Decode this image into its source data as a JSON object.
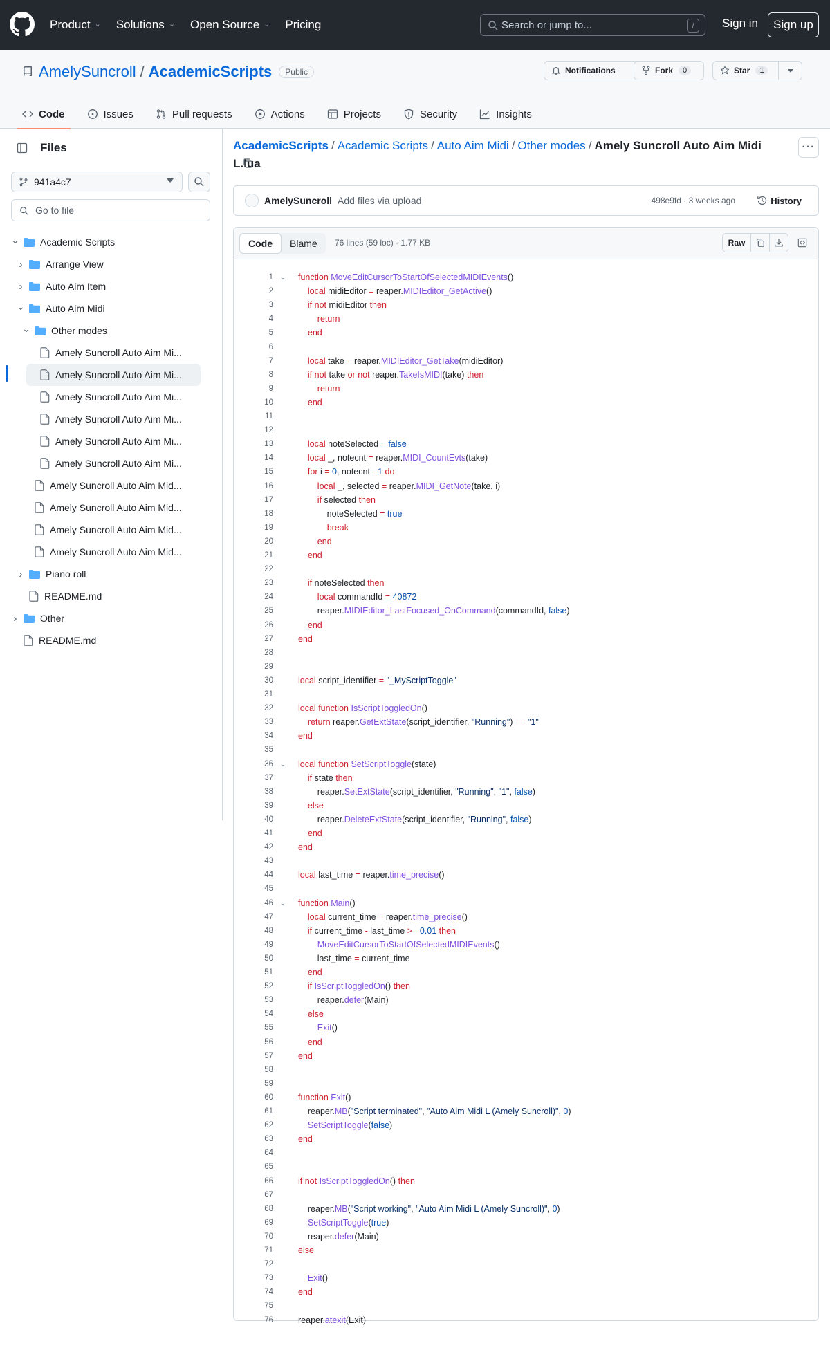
{
  "header": {
    "nav": [
      "Product",
      "Solutions",
      "Open Source",
      "Pricing"
    ],
    "search_placeholder": "Search or jump to...",
    "search_shortcut": "/",
    "sign_in": "Sign in",
    "sign_up": "Sign up"
  },
  "repo": {
    "owner": "AmelySuncroll",
    "separator": "/",
    "name": "AcademicScripts",
    "visibility": "Public",
    "notifications_label": "Notifications",
    "fork_label": "Fork",
    "fork_count": "0",
    "star_label": "Star",
    "star_count": "1",
    "tabs": [
      "Code",
      "Issues",
      "Pull requests",
      "Actions",
      "Projects",
      "Security",
      "Insights"
    ],
    "active_tab": "Code"
  },
  "sidebar": {
    "title": "Files",
    "branch": "941a4c7",
    "go_to_file": "Go to file",
    "tree": [
      {
        "label": "Academic Scripts",
        "type": "folder",
        "expanded": true
      },
      {
        "label": "Arrange View",
        "type": "folder",
        "expanded": false
      },
      {
        "label": "Auto Aim Item",
        "type": "folder",
        "expanded": false
      },
      {
        "label": "Auto Aim Midi",
        "type": "folder",
        "expanded": true
      },
      {
        "label": "Other modes",
        "type": "folder",
        "expanded": true
      },
      {
        "label": "Amely Suncroll Auto Aim Mi...",
        "type": "file"
      },
      {
        "label": "Amely Suncroll Auto Aim Mi...",
        "type": "file",
        "selected": true
      },
      {
        "label": "Amely Suncroll Auto Aim Mi...",
        "type": "file"
      },
      {
        "label": "Amely Suncroll Auto Aim Mi...",
        "type": "file"
      },
      {
        "label": "Amely Suncroll Auto Aim Mi...",
        "type": "file"
      },
      {
        "label": "Amely Suncroll Auto Aim Mi...",
        "type": "file"
      },
      {
        "label": "Amely Suncroll Auto Aim Mid...",
        "type": "file"
      },
      {
        "label": "Amely Suncroll Auto Aim Mid...",
        "type": "file"
      },
      {
        "label": "Amely Suncroll Auto Aim Mid...",
        "type": "file"
      },
      {
        "label": "Amely Suncroll Auto Aim Mid...",
        "type": "file"
      },
      {
        "label": "Piano roll",
        "type": "folder",
        "expanded": false
      },
      {
        "label": "README.md",
        "type": "file"
      },
      {
        "label": "Other",
        "type": "folder",
        "expanded": false
      },
      {
        "label": "README.md",
        "type": "file"
      }
    ]
  },
  "breadcrumb": [
    "AcademicScripts",
    "Academic Scripts",
    "Auto Aim Midi",
    "Other modes",
    "Amely Suncroll Auto Aim Midi L.lua"
  ],
  "commit": {
    "author": "AmelySuncroll",
    "message": "Add files via upload",
    "sha": "498e9fd",
    "dot": "·",
    "time": "3 weeks ago",
    "history_label": "History"
  },
  "file": {
    "tab_code": "Code",
    "tab_blame": "Blame",
    "lines_info": "76 lines (59 loc)",
    "dot": "·",
    "size": "1.77 KB",
    "raw_label": "Raw"
  },
  "code_lines": [
    "function MoveEditCursorToStartOfSelectedMIDIEvents()",
    "    local midiEditor = reaper.MIDIEditor_GetActive()",
    "    if not midiEditor then",
    "        return",
    "    end",
    "",
    "    local take = reaper.MIDIEditor_GetTake(midiEditor)",
    "    if not take or not reaper.TakeIsMIDI(take) then",
    "        return",
    "    end",
    "",
    "",
    "    local noteSelected = false",
    "    local _, notecnt = reaper.MIDI_CountEvts(take)",
    "    for i = 0, notecnt - 1 do",
    "        local _, selected = reaper.MIDI_GetNote(take, i)",
    "        if selected then",
    "            noteSelected = true",
    "            break",
    "        end",
    "    end",
    "",
    "    if noteSelected then",
    "        local commandId = 40872",
    "        reaper.MIDIEditor_LastFocused_OnCommand(commandId, false)",
    "    end",
    "end",
    "",
    "",
    "local script_identifier = \"_MyScriptToggle\"",
    "",
    "local function IsScriptToggledOn()",
    "    return reaper.GetExtState(script_identifier, \"Running\") == \"1\"",
    "end",
    "",
    "local function SetScriptToggle(state)",
    "    if state then",
    "        reaper.SetExtState(script_identifier, \"Running\", \"1\", false)",
    "    else",
    "        reaper.DeleteExtState(script_identifier, \"Running\", false)",
    "    end",
    "end",
    "",
    "local last_time = reaper.time_precise()",
    "",
    "function Main()",
    "    local current_time = reaper.time_precise()",
    "    if current_time - last_time >= 0.01 then",
    "        MoveEditCursorToStartOfSelectedMIDIEvents()",
    "        last_time = current_time",
    "    end",
    "    if IsScriptToggledOn() then",
    "        reaper.defer(Main)",
    "    else",
    "        Exit()",
    "    end",
    "end",
    "",
    "",
    "function Exit()",
    "    reaper.MB(\"Script terminated\", \"Auto Aim Midi L (Amely Suncroll)\", 0)",
    "    SetScriptToggle(false)",
    "end",
    "",
    "",
    "if not IsScriptToggledOn() then",
    "",
    "    reaper.MB(\"Script working\", \"Auto Aim Midi L (Amely Suncroll)\", 0)",
    "    SetScriptToggle(true)",
    "    reaper.defer(Main)",
    "else",
    "",
    "    Exit()",
    "end",
    "",
    "reaper.atexit(Exit)"
  ],
  "colors": {
    "header_bg": "#24292f",
    "link": "#0969da",
    "keyword": "#cf222e",
    "function_name": "#8250df",
    "string": "#0a3069",
    "number_const": "#0550ae",
    "tab_underline": "#fd8c73"
  }
}
